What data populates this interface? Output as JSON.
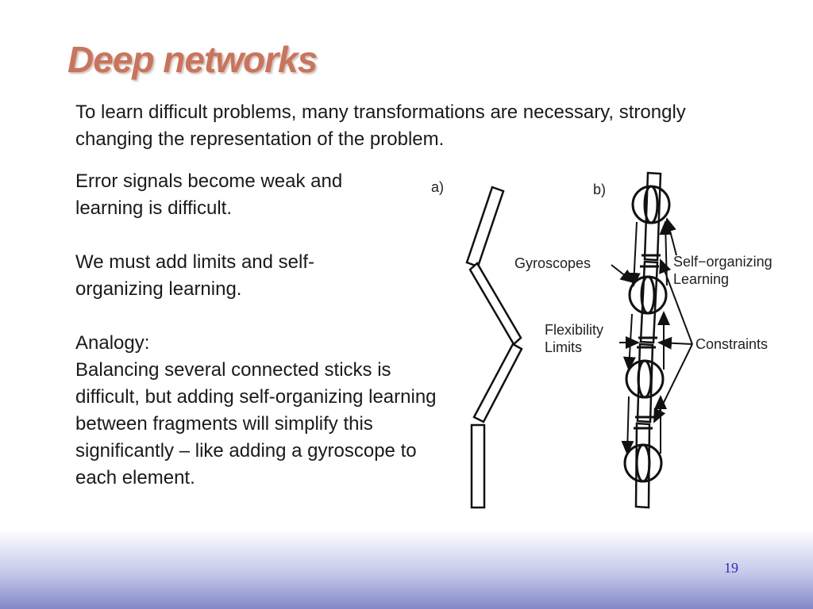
{
  "slide": {
    "title": "Deep networks",
    "intro": "To learn difficult problems, many transformations are necessary, strongly changing the representation of the problem.",
    "paragraphs": [
      "Error signals become weak and learning is difficult.",
      "We must add limits and self-organizing learning.",
      "Analogy:",
      "Balancing several connected sticks is difficult, but adding self-organizing learning between fragments will simplify this significantly – like adding a gyroscope to each element."
    ],
    "page_number": "19"
  },
  "figure": {
    "panel_a_label": "a)",
    "panel_b_label": "b)",
    "label_gyroscopes": "Gyroscopes",
    "label_self_organizing_1": "Self−organizing",
    "label_self_organizing_2": "Learning",
    "label_flexibility_1": "Flexibility",
    "label_flexibility_2": "Limits",
    "label_constraints": "Constraints"
  }
}
